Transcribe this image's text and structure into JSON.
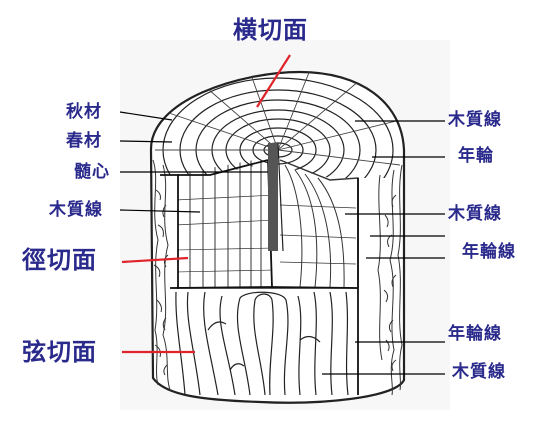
{
  "colors": {
    "label": "#2a2a8c",
    "leader": "#000000",
    "accent": "#e0242c",
    "heart": "#555555"
  },
  "labels": {
    "transverse": "横切面",
    "latewood": "秋材",
    "earlywood": "春材",
    "pith": "髄心",
    "ray_left": "木質線",
    "radial": "徑切面",
    "tangential": "弦切面",
    "ray_r1": "木質線",
    "ring_r1": "年輪",
    "ray_r2": "木質線",
    "ringline_r1": "年輪線",
    "ringline_r2": "年輪線",
    "ray_r3": "木質線"
  }
}
